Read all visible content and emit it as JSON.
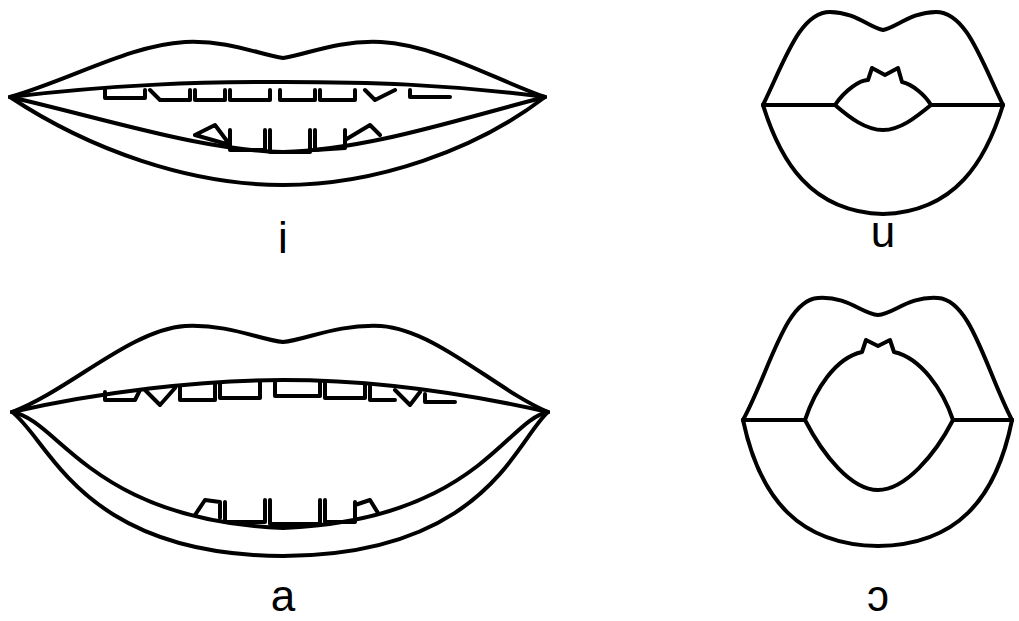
{
  "diagram": {
    "labels": [
      "i",
      "u",
      "a",
      "ɔ"
    ]
  }
}
